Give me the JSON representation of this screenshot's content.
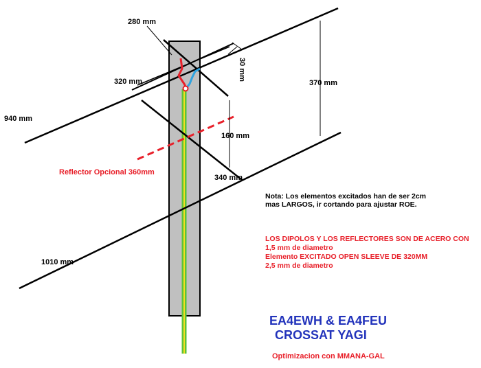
{
  "labels": {
    "dim_280": "280 mm",
    "dim_30": "30 mm",
    "dim_320": "320 mm",
    "dim_370": "370 mm",
    "dim_940": "940 mm",
    "dim_160": "160 mm",
    "dim_340": "340 mm",
    "dim_1010": "1010 mm",
    "reflector_optional": "Reflector Opcional  360mm"
  },
  "note": {
    "line1": "Nota: Los elementos excitados  han de ser 2cm",
    "line2": "mas LARGOS,  ir cortando para ajustar ROE."
  },
  "material": {
    "line1": "LOS DIPOLOS  Y LOS REFLECTORES SON DE ACERO CON",
    "line2": "1,5 mm de diametro",
    "line3": "Elemento  EXCITADO OPEN SLEEVE DE 320MM",
    "line4": "2,5 mm de diametro"
  },
  "title": {
    "line1": "EA4EWH & EA4FEU",
    "line2": "CROSSAT  YAGI",
    "subtitle": "Optimizacion con MMANA-GAL"
  },
  "colors": {
    "boom": "#c0c0c0",
    "element": "#000000",
    "red": "#e8202a",
    "blue": "#2ea3e0",
    "green": "#5cc23a",
    "yellow": "#f0e020",
    "title_blue": "#2233bb"
  }
}
